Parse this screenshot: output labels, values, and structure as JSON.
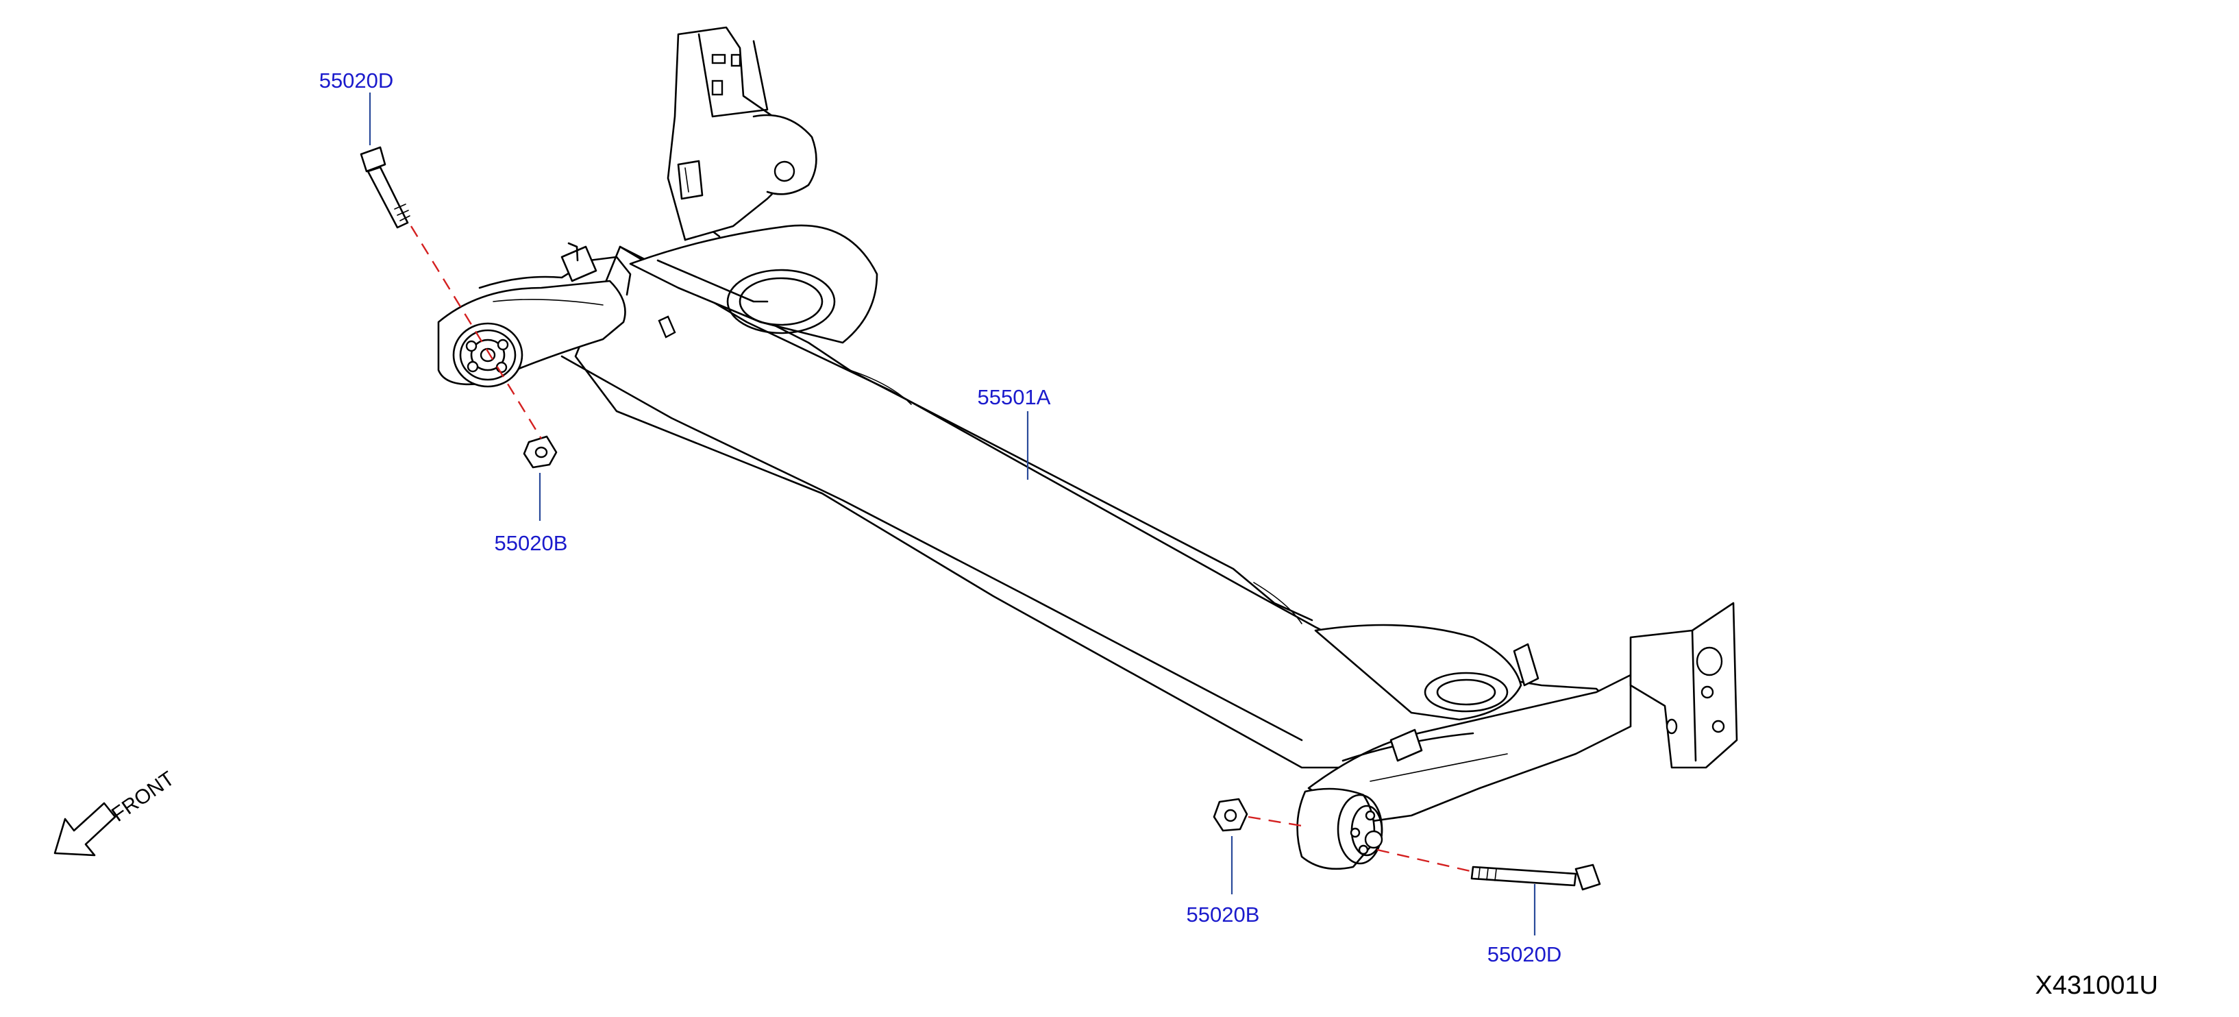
{
  "diagram": {
    "colors": {
      "line": "#000000",
      "label": "#1a1acc",
      "leader": "#2a4a9a",
      "axis_dash": "#d42020"
    },
    "labels": {
      "beam": "55501A",
      "bolt_left": "55020D",
      "nut_left": "55020B",
      "nut_right": "55020B",
      "bolt_right": "55020D"
    },
    "front_indicator": "FRONT",
    "diagram_code": "X431001U"
  }
}
